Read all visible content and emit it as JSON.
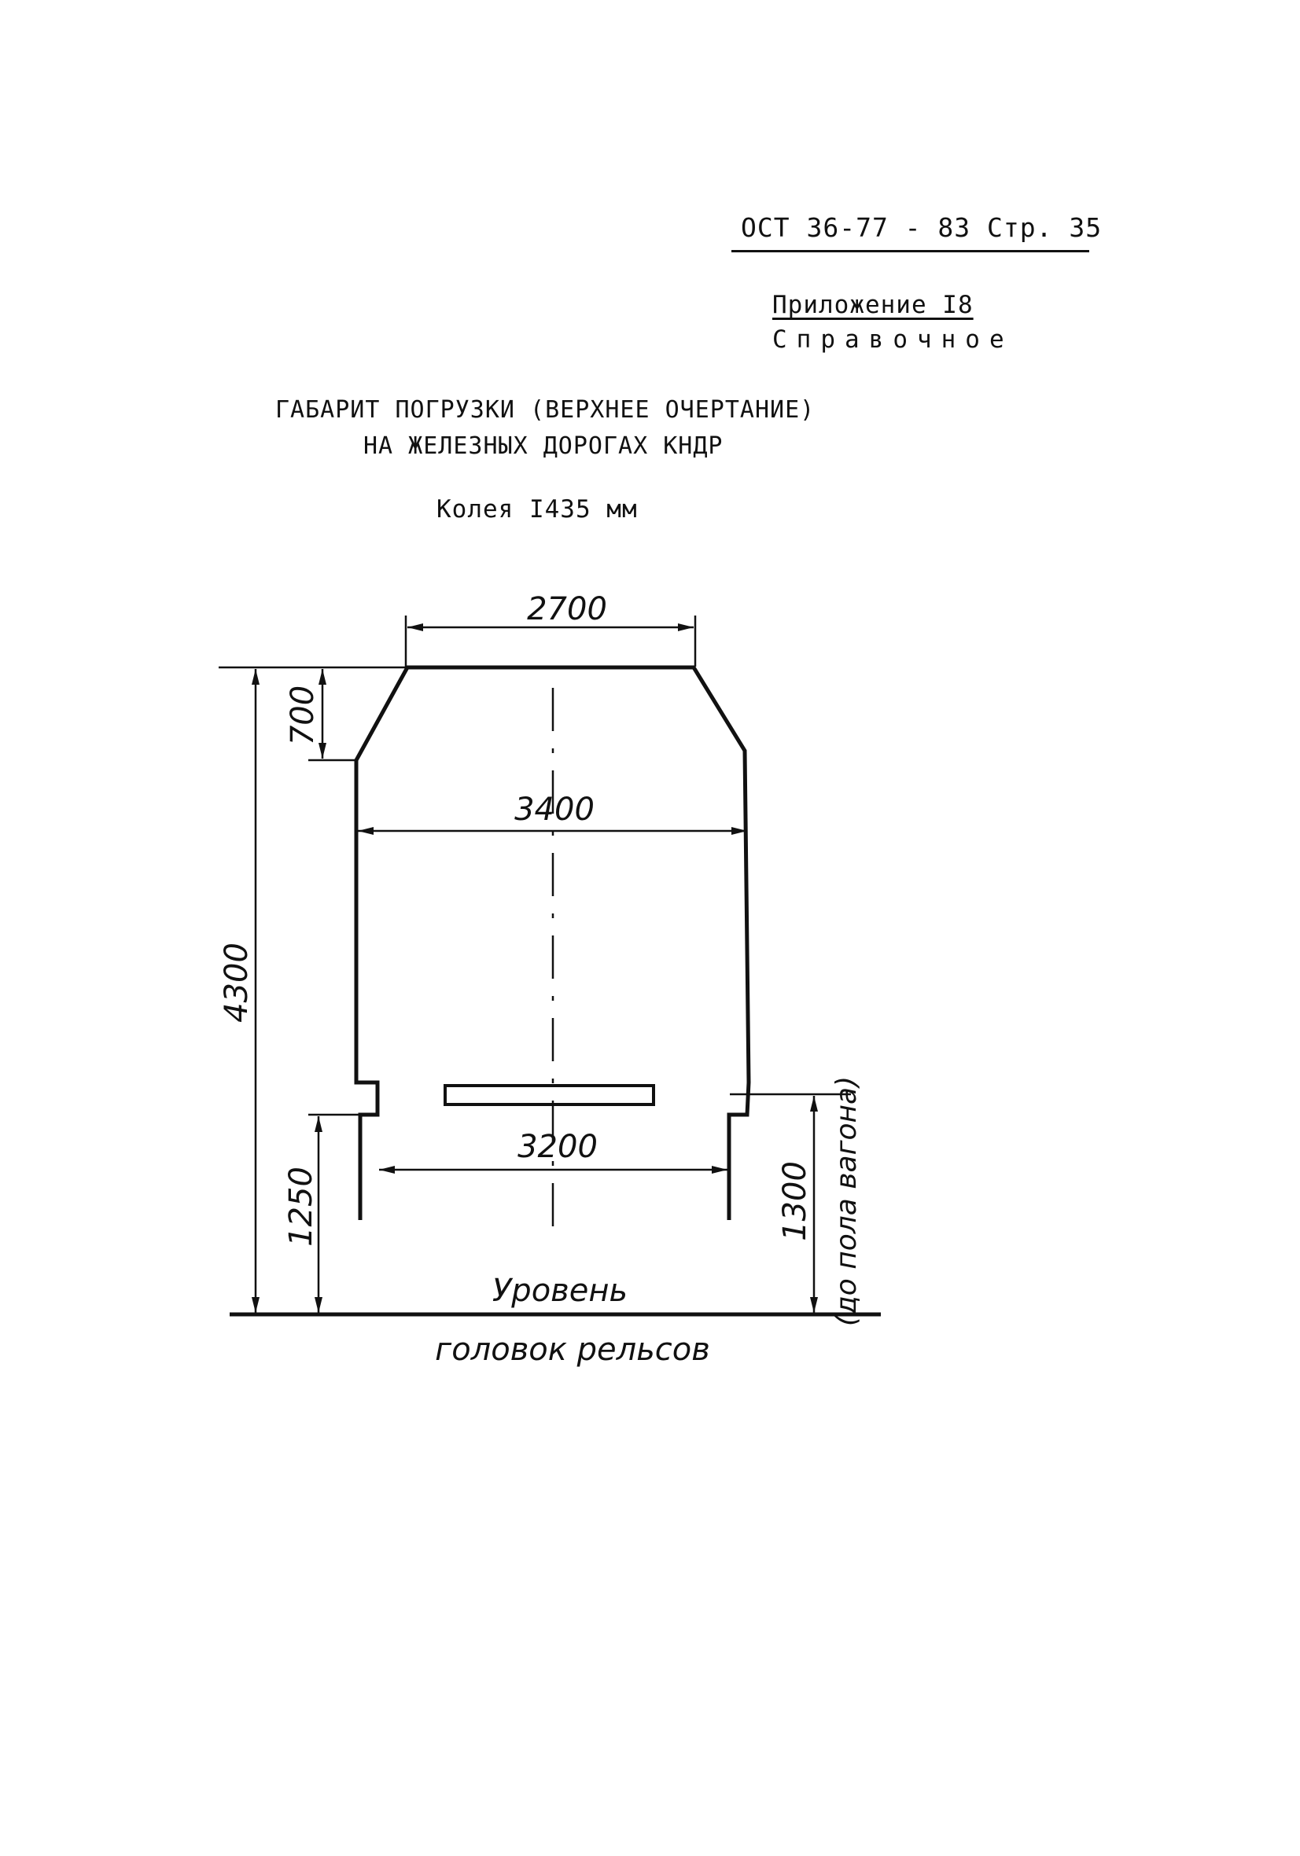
{
  "header": {
    "doc_ref": "ОСТ 36-77 - 83 Стр. 35",
    "appendix": "Приложение I8",
    "reference": "Справочное"
  },
  "title": {
    "line1": "ГАБАРИТ ПОГРУЗКИ (ВЕРХНЕЕ ОЧЕРТАНИЕ)",
    "line2": "НА ЖЕЛЕЗНЫХ ДОРОГАХ КНДР",
    "gauge": "Колея I435 мм"
  },
  "dimensions": {
    "top_width": "2700",
    "top_chamfer_height": "700",
    "max_width": "3400",
    "total_height": "4300",
    "lower_width": "3200",
    "lower_height": "1250",
    "floor_height": "1300",
    "floor_note": "(до пола вагона)"
  },
  "caption": {
    "line1": "Уровень",
    "line2": "головок рельсов"
  }
}
